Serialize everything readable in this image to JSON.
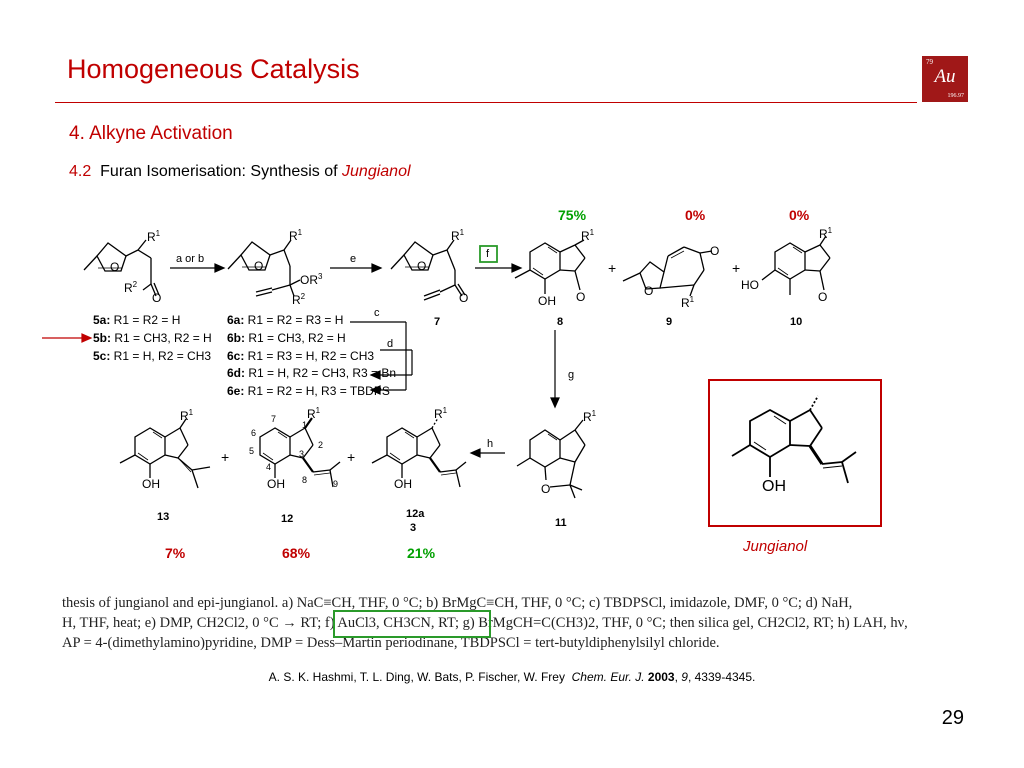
{
  "header": {
    "title": "Homogeneous Catalysis",
    "logo": {
      "number": "79",
      "symbol": "Au",
      "mass": "196.97"
    }
  },
  "section": {
    "label": "4. Alkyne Activation"
  },
  "subsection": {
    "number": "4.2",
    "text": "Furan Isomerisation: Synthesis of",
    "target": "Jungianol"
  },
  "yields": {
    "y8": "75%",
    "y9": "0%",
    "y10": "0%",
    "y13": "7%",
    "y12": "68%",
    "y12a": "21%"
  },
  "compounds": {
    "c8": "8",
    "c9": "9",
    "c10": "10",
    "c7": "7",
    "c11": "11",
    "c12": "12",
    "c13": "13",
    "c12a": "12a",
    "c3": "3",
    "s5a": "5a:",
    "s5b": "5b:",
    "s5c": "5c:",
    "s6a": "6a:",
    "s6b": "6b:",
    "s6c": "6c:",
    "s6d": "6d:",
    "s6e": "6e:"
  },
  "substituents": {
    "s5a": " R1 = R2 = H",
    "s5b": " R1 = CH3, R2 = H",
    "s5c": " R1 = H, R2 = CH3",
    "s6a": " R1 = R2 = R3 = H",
    "s6b": " R1 = CH3, R2 = H",
    "s6c": " R1 = R3 = H, R2 = CH3",
    "s6d": " R1 = H, R2 = CH3, R3 = Bn",
    "s6e": " R1 = R2 = H, R3 = TBDPS"
  },
  "reagents": {
    "ab": "a or b",
    "e": "e",
    "f": "f",
    "c": "c",
    "d": "d",
    "g": "g",
    "h": "h"
  },
  "atoms": {
    "R1": "R",
    "R1sup": "1",
    "R2": "R",
    "R2sup": "2",
    "R3": "R",
    "R3sup": "3",
    "O": "O",
    "OH": "OH",
    "HO": "HO",
    "OR3": "OR",
    "plus": "+"
  },
  "numbering": {
    "n1": "1",
    "n2": "2",
    "n3": "3",
    "n4": "4",
    "n5": "5",
    "n6": "6",
    "n7": "7",
    "n8": "8",
    "n9": "9"
  },
  "caption": {
    "line1": "thesis of jungianol and epi-jungianol. a) NaC≡CH, THF, 0 °C; b) BrMgC≡CH, THF, 0 °C; c) TBDPSCl, imidazole, DMF, 0 °C; d) NaH,",
    "line2": "H, THF, heat; e) DMP, CH2Cl2, 0 °C → RT; f) AuCl3, CH3CN, RT; g) BrMgCH=C(CH3)2, THF, 0 °C; then silica gel, CH2Cl2, RT; h) LAH, hν,",
    "line3": "AP = 4-(dimethylamino)pyridine, DMP = Dess–Martin periodinane, TBDPSCl = tert-butyldiphenylsilyl chloride."
  },
  "jungianol_label": "Jungianol",
  "reference": {
    "authors": "A. S. K. Hashmi, T. L. Ding, W. Bats, P. Fischer, W. Frey",
    "journal": "Chem. Eur. J.",
    "year": "2003",
    "volume": "9",
    "pages": ", 4339-4345."
  },
  "page_number": "29",
  "colors": {
    "accent": "#c00000",
    "green": "#00a000",
    "box_green": "#2a9a2a"
  }
}
